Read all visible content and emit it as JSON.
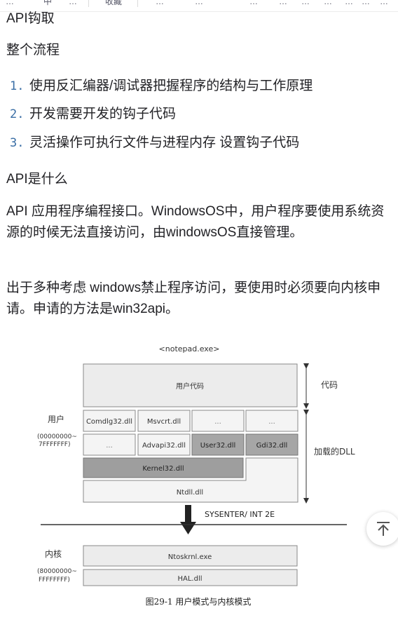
{
  "toolbar": {
    "items": [
      "…",
      "中",
      "…",
      "收藏",
      "…",
      "…",
      "…",
      "…",
      "…",
      "…",
      "…",
      "…",
      "…"
    ]
  },
  "article": {
    "heading": "API钩取",
    "subheading": "整个流程",
    "steps": [
      {
        "num": "1.",
        "text": "使用反汇编器/调试器把握程序的结构与工作原理"
      },
      {
        "num": "2.",
        "text": "开发需要开发的钩子代码"
      },
      {
        "num": "3.",
        "text": "灵活操作可执行文件与进程内存 设置钩子代码"
      }
    ],
    "what_is_api": "API是什么",
    "paragraph1": "API 应用程序编程接口。WindowsOS中，用户程序要使用系统资源的时候无法直接访问，由windowsOS直接管理。",
    "paragraph2": "出于多种考虑 windows禁止程序访问，要使用时必须要向内核申请。申请的方法是win32api。"
  },
  "figure": {
    "process_name": "<notepad.exe>",
    "user_code": "用户代码",
    "code_label": "代码",
    "user_label": "用户",
    "user_range_1": "(00000000~",
    "user_range_2": "7FFFFFFF)",
    "loaded_dll_label": "加载的DLL",
    "dll_row1": [
      "Comdlg32.dll",
      "Msvcrt.dll",
      "...",
      "..."
    ],
    "dll_row2": [
      "...",
      "Advapi32.dll",
      "User32.dll",
      "Gdi32.dll"
    ],
    "kernel32": "Kernel32.dll",
    "ntdll": "Ntdll.dll",
    "sysenter": "SYSENTER/  INT 2E",
    "kernel_label": "内核",
    "kernel_range_1": "(80000000~",
    "kernel_range_2": "FFFFFFFF)",
    "ntoskrnl": "Ntoskrnl.exe",
    "hal": "HAL.dll",
    "caption": "图29-1   用户模式与内核模式"
  },
  "back_to_top": {
    "icon": "arrow-up-to-top-icon"
  }
}
